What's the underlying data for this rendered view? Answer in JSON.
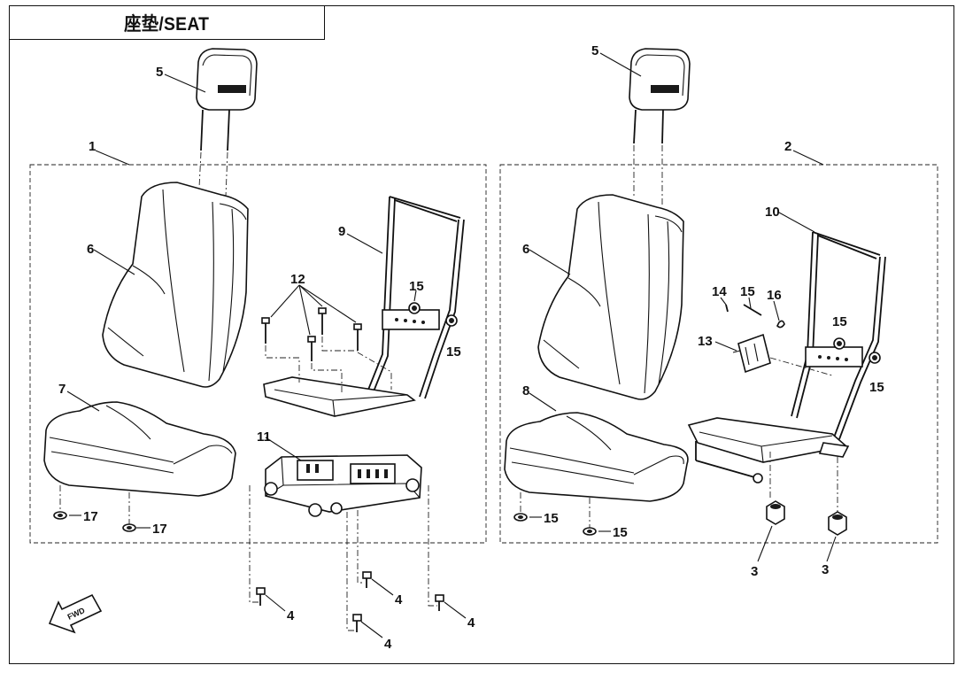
{
  "title": "座垫/SEAT",
  "fwd_label": "FWD",
  "callouts": {
    "c5a": "5",
    "c1": "1",
    "c6a": "6",
    "c7": "7",
    "c9": "9",
    "c12": "12",
    "c15a": "15",
    "c15b": "15",
    "c11": "11",
    "c17a": "17",
    "c17b": "17",
    "c4a": "4",
    "c4b": "4",
    "c4c": "4",
    "c4d": "4",
    "c5b": "5",
    "c2": "2",
    "c6b": "6",
    "c8": "8",
    "c10": "10",
    "c14": "14",
    "c15c": "15",
    "c16": "16",
    "c13": "13",
    "c15d": "15",
    "c15e": "15",
    "c15f": "15",
    "c15g": "15",
    "c3a": "3",
    "c3b": "3"
  }
}
